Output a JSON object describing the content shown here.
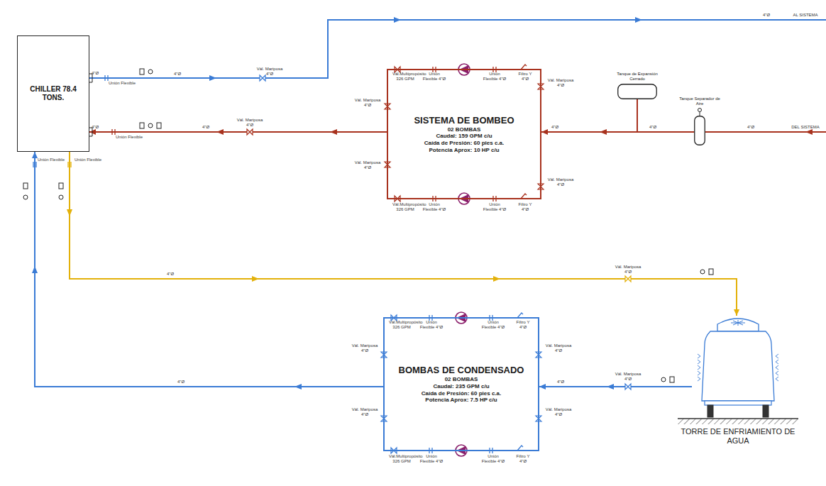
{
  "diagram": {
    "nodes": [
      {
        "text": [
          "CHILLER 78.4 TONS."
        ]
      },
      {
        "text": [
          "SISTEMA DE BOMBEO",
          "02 BOMBAS",
          "Caudal: 159 GPM c/u",
          "Caída de Presión: 60 pies c.a.",
          "Potencia Aprox: 10 HP c/u"
        ]
      },
      {
        "text": [
          "Tanque de Expansión Cerrado"
        ]
      },
      {
        "text": [
          "Tanque Separador de Aire"
        ]
      },
      {
        "text": [
          "BOMBAS DE CONDENSADO",
          "02 BOMBAS",
          "Caudal: 235 GPM c/u",
          "Caída de Presión: 60 pies c.a.",
          "Potencia Aprox: 7.5 HP c/u"
        ]
      },
      {
        "text": [
          "TORRE DE ENFRIAMIENTO DE AGUA"
        ]
      }
    ],
    "edges": [
      {
        "from": 1,
        "to": 0,
        "arrow": "to",
        "label": "4\"Ø"
      },
      {
        "from": 3,
        "to": 1,
        "arrow": "to",
        "label": "4\"Ø"
      },
      {
        "from": 2,
        "to": 3,
        "arrow": "none"
      },
      {
        "from": 0,
        "to": 5,
        "arrow": "to",
        "label": "4\"Ø"
      },
      {
        "from": 5,
        "to": 4,
        "arrow": "to",
        "label": "4\"Ø"
      },
      {
        "from": 4,
        "to": 0,
        "arrow": "to",
        "label": "4\"Ø"
      }
    ],
    "labels": [
      "Vál.Multipropósito 326 GPM",
      "Unión Flexible 4\"Ø",
      "Unión Flexible 4\"Ø",
      "Filtro Y 4\"Ø",
      "Vál.Multipropósito 326 GPM",
      "Unión Flexible 4\"Ø",
      "Unión Flexible 4\"Ø",
      "Filtro Y 4\"Ø",
      "Vál. Mariposa 4\"Ø",
      "Vál. Mariposa 4\"Ø",
      "Vál. Mariposa 4\"Ø",
      "Vál. Mariposa 4\"Ø",
      "Vál.Multipropósito 326 GPM",
      "Unión Flexible 4\"Ø",
      "Unión Flexible 4\"Ø",
      "Filtro Y 4\"Ø",
      "Vál.Multipropósito 326 GPM",
      "Unión Flexible 4\"Ø",
      "Unión Flexible 4\"Ø",
      "Filtro Y 4\"Ø",
      "Vál. Mariposa 4\"Ø",
      "Vál. Mariposa 4\"Ø",
      "Vál. Mariposa 4\"Ø",
      "Vál. Mariposa 4\"Ø",
      "4\"Ø",
      "4\"Ø",
      "Unión Flexible",
      "Unión Flexible",
      "Vál. Mariposa 4\"Ø",
      "Vál. Mariposa 4\"Ø",
      "4\"Ø",
      "Unión Flexible",
      "Unión Flexible",
      "Vál. Mariposa 4\"Ø",
      "Vál. Mariposa 4\"Ø",
      "4\"Ø",
      "AL SISTEMA",
      "4\"Ø",
      "DEL SISTEMA",
      "4\"Ø"
    ]
  }
}
